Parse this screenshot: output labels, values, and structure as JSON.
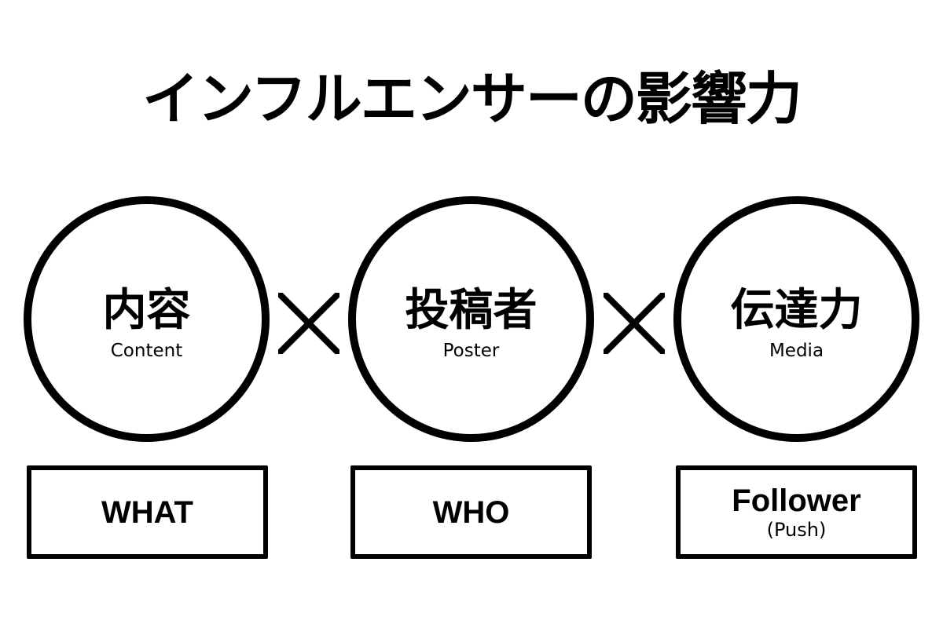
{
  "title": "インフルエンサーの影響力",
  "colors": {
    "background": "#ffffff",
    "stroke": "#000000",
    "text": "#000000"
  },
  "operator_symbol": "×",
  "factors": [
    {
      "label": "内容",
      "english": "Content",
      "box_main": "WHAT",
      "box_sub": ""
    },
    {
      "label": "投稿者",
      "english": "Poster",
      "box_main": "WHO",
      "box_sub": ""
    },
    {
      "label": "伝達力",
      "english": "Media",
      "box_main": "Follower",
      "box_sub": "(Push)"
    }
  ]
}
